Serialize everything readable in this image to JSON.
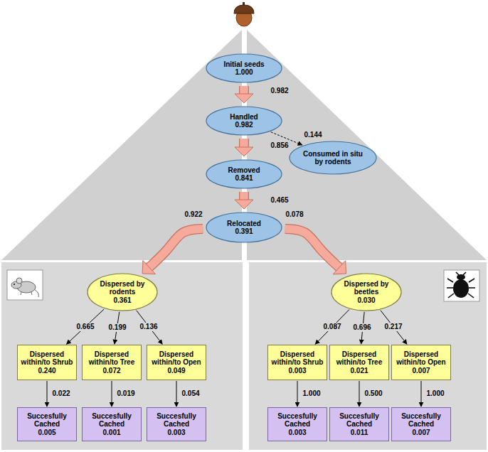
{
  "diagram": {
    "nodes": [
      {
        "text": [
          "Initial seeds",
          "1.000"
        ]
      },
      {
        "text": [
          "Handled",
          "0.982"
        ]
      },
      {
        "text": [
          "Consumed in situ by rodents"
        ]
      },
      {
        "text": [
          "Removed",
          "0.841"
        ]
      },
      {
        "text": [
          "Relocated",
          "0.391"
        ]
      },
      {
        "text": [
          "Dispersed by rodents",
          "0.361"
        ]
      },
      {
        "text": [
          "Dispersed by beetles",
          "0.030"
        ]
      },
      {
        "text": [
          "Dispersed within/to Shrub",
          "0.240"
        ]
      },
      {
        "text": [
          "Dispersed within/to Tree",
          "0.072"
        ]
      },
      {
        "text": [
          "Dispersed within/to Open",
          "0.049"
        ]
      },
      {
        "text": [
          "Dispersed within/to Shrub",
          "0.003"
        ]
      },
      {
        "text": [
          "Dispersed within/to Tree",
          "0.021"
        ]
      },
      {
        "text": [
          "Dispersed within/to Open",
          "0.007"
        ]
      },
      {
        "text": [
          "Succesfully Cached",
          "0.005"
        ]
      },
      {
        "text": [
          "Succesfully Cached",
          "0.001"
        ]
      },
      {
        "text": [
          "Succesfully Cached",
          "0.003"
        ]
      },
      {
        "text": [
          "Succesfully Cached",
          "0.003"
        ]
      },
      {
        "text": [
          "Succesfully Cached",
          "0.011"
        ]
      },
      {
        "text": [
          "Succesfully Cached",
          "0.007"
        ]
      }
    ],
    "edges": [
      {
        "from": 0,
        "to": 1,
        "label": "0.982",
        "arrow": "to"
      },
      {
        "from": 1,
        "to": 2,
        "label": "0.144",
        "arrow": "to"
      },
      {
        "from": 1,
        "to": 3,
        "label": "0.856",
        "arrow": "to"
      },
      {
        "from": 3,
        "to": 4,
        "label": "0.465",
        "arrow": "to"
      },
      {
        "from": 4,
        "to": 5,
        "label": "0.922",
        "arrow": "to"
      },
      {
        "from": 4,
        "to": 6,
        "label": "0.078",
        "arrow": "to"
      },
      {
        "from": 5,
        "to": 7,
        "label": "0.665",
        "arrow": "to"
      },
      {
        "from": 5,
        "to": 8,
        "label": "0.199",
        "arrow": "to"
      },
      {
        "from": 5,
        "to": 9,
        "label": "0.136",
        "arrow": "to"
      },
      {
        "from": 6,
        "to": 10,
        "label": "0.087",
        "arrow": "to"
      },
      {
        "from": 6,
        "to": 11,
        "label": "0.696",
        "arrow": "to"
      },
      {
        "from": 6,
        "to": 12,
        "label": "0.217",
        "arrow": "to"
      },
      {
        "from": 7,
        "to": 13,
        "label": "0.022",
        "arrow": "to"
      },
      {
        "from": 8,
        "to": 14,
        "label": "0.019",
        "arrow": "to"
      },
      {
        "from": 9,
        "to": 15,
        "label": "0.054",
        "arrow": "to"
      },
      {
        "from": 10,
        "to": 16,
        "label": "1.000",
        "arrow": "to"
      },
      {
        "from": 11,
        "to": 17,
        "label": "0.500",
        "arrow": "to"
      },
      {
        "from": 12,
        "to": 18,
        "label": "1.000",
        "arrow": "to"
      }
    ]
  }
}
